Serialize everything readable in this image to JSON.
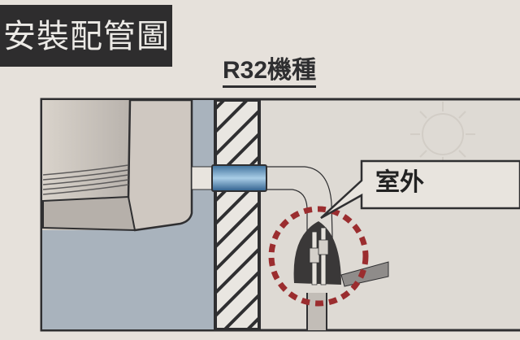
{
  "header": {
    "title": "安裝配管圖"
  },
  "diagram": {
    "subtitle": "R32機種",
    "callout_label": "室外",
    "colors": {
      "background": "#e6e1db",
      "title_bg": "#2e2d2e",
      "indoor_wall": "#a9b3bd",
      "sleeve": "#4f86b3",
      "dashed_circle": "#9b2d2f",
      "outline": "#2f2f31"
    }
  }
}
